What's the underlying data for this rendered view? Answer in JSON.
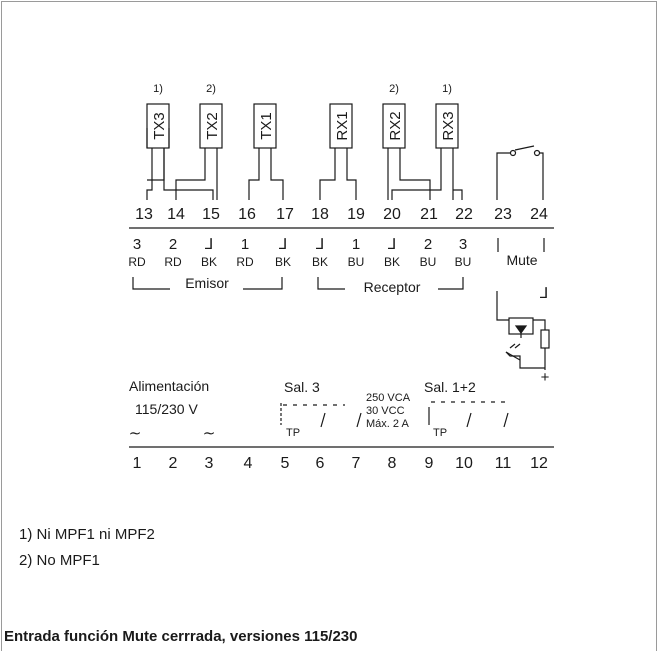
{
  "transmitters": [
    {
      "label": "TX3",
      "note": "1)"
    },
    {
      "label": "TX2",
      "note": "2)"
    },
    {
      "label": "TX1",
      "note": ""
    }
  ],
  "receivers": [
    {
      "label": "RX1",
      "note": ""
    },
    {
      "label": "RX2",
      "note": "2)"
    },
    {
      "label": "RX3",
      "note": "1)"
    }
  ],
  "top_terminals": [
    "13",
    "14",
    "15",
    "16",
    "17",
    "18",
    "19",
    "20",
    "21",
    "22",
    "23",
    "24"
  ],
  "wire_nums": [
    "3",
    "2",
    "",
    "1",
    "",
    "",
    "1",
    "",
    "2",
    "3"
  ],
  "wire_colors": [
    "RD",
    "RD",
    "BK",
    "RD",
    "BK",
    "BK",
    "BU",
    "BK",
    "BU",
    "BU"
  ],
  "gnd_symbol": "⅃",
  "group_emitter": "Emisor",
  "group_receiver": "Receptor",
  "mute_label": "Mute",
  "power_label": "Alimentación",
  "power_voltage": "115/230 V",
  "ac_symbol": "∼",
  "sal3_label": "Sal. 3",
  "sal12_label": "Sal. 1+2",
  "rating_lines": [
    "250 VCA",
    "30 VCC",
    "Máx. 2 A"
  ],
  "tp_label": "TP",
  "plus_label": "+",
  "bottom_terminals": [
    "1",
    "2",
    "3",
    "4",
    "5",
    "6",
    "7",
    "8",
    "9",
    "10",
    "11",
    "12"
  ],
  "notes": [
    "1) Ni MPF1 ni MPF2",
    "2) No MPF1"
  ],
  "caption": "Entrada función Mute cerrrada, versiones 115/230"
}
